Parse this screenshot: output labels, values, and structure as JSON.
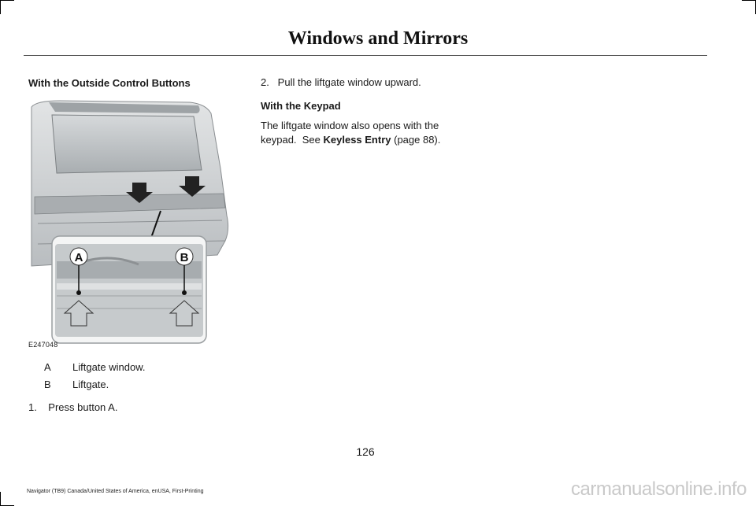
{
  "header": {
    "title": "Windows and Mirrors"
  },
  "left_column": {
    "heading": "With the Outside Control Buttons",
    "figure": {
      "code": "E247048",
      "callout_a": "A",
      "callout_b": "B"
    },
    "legend": [
      {
        "key": "A",
        "value": "Liftgate window."
      },
      {
        "key": "B",
        "value": "Liftgate."
      }
    ],
    "step1": "1.    Press button A."
  },
  "right_column": {
    "step2": "2.   Pull the liftgate window upward.",
    "heading": "With the Keypad",
    "para_line1": "The liftgate window also opens with the",
    "para_line2_pre": "keypad.  See ",
    "para_link": "Keyless Entry",
    "para_line2_post": " (page 88)."
  },
  "footer": {
    "page_number": "126",
    "edition": "Navigator (TB9) Canada/United States of America, enUSA, First-Printing",
    "watermark": "carmanualsonline.info"
  },
  "colors": {
    "text": "#1a1a1a",
    "rule": "#555555",
    "vehicle": "#cfd2d4",
    "arrow": "#222222"
  }
}
